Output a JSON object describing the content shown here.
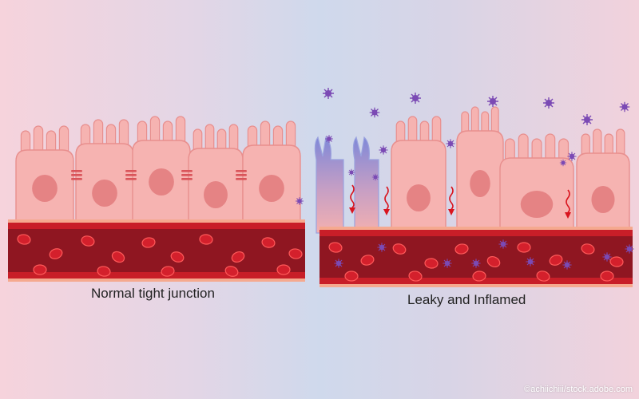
{
  "panels": {
    "normal": {
      "caption": "Normal tight junction"
    },
    "leaky": {
      "caption": "Leaky and Inflamed"
    }
  },
  "credit": "©achiichiii/stock.adobe.com",
  "colors": {
    "cell_fill": "#f6b3b1",
    "cell_stroke": "#e88f8e",
    "nucleus": "#e27a7c",
    "junction": "#d9545a",
    "vessel_outer": "#f5a98f",
    "vessel_wall": "#c81e28",
    "blood": "#8f1621",
    "rbc": "#d4202c",
    "microbe": "#7b4ab4",
    "leak_arrow": "#d9141e",
    "damaged_cell": "#8a8fd6"
  }
}
